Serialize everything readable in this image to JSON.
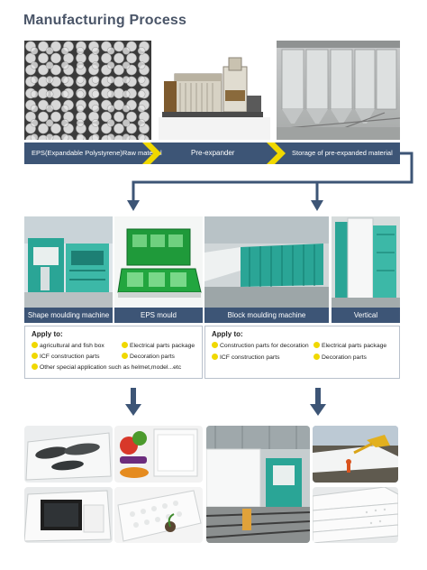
{
  "page": {
    "title": "Manufacturing Process"
  },
  "process_steps": [
    {
      "label": "EPS(Expandable Polystyrene)Raw material"
    },
    {
      "label": "Pre-expander"
    },
    {
      "label": "Storage of pre-expanded material"
    }
  ],
  "machines": [
    {
      "label": "Shape moulding machine"
    },
    {
      "label": "EPS mould"
    },
    {
      "label": "Block moulding machine"
    },
    {
      "label": "Vertical"
    }
  ],
  "apply_left": {
    "heading": "Apply to:",
    "items": [
      "agricultural and fish box",
      "Electrical parts package",
      "ICF construction parts",
      "Decoration parts",
      "Other special application such as helmet,model...etc"
    ]
  },
  "apply_right": {
    "heading": "Apply to:",
    "items": [
      "Construction parts for decoration",
      "Electrical parts package",
      "ICF construction parts",
      "Decoration parts"
    ]
  },
  "colors": {
    "accent": "#3d5576",
    "chevron": "#f0d800",
    "dot": "#f0d800",
    "machine_green": "#2aa596"
  }
}
